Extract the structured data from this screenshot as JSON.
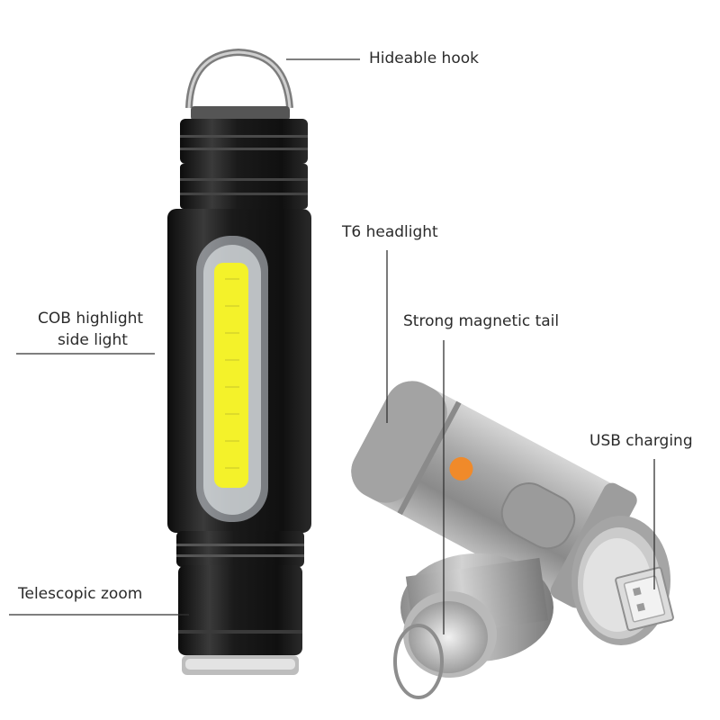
{
  "labels": {
    "hook": "Hideable hook",
    "headlight": "T6 headlight",
    "cob_line1": "COB highlight",
    "cob_line2": "side light",
    "magnetic": "Strong magnetic tail",
    "usb": "USB charging",
    "zoom": "Telescopic zoom"
  },
  "colors": {
    "black_body": "#1a1a1a",
    "silver_body": "#9a9a9a",
    "cob_yellow": "#f4f22a",
    "button_orange": "#f08a2a",
    "text": "#2b2b2b"
  }
}
